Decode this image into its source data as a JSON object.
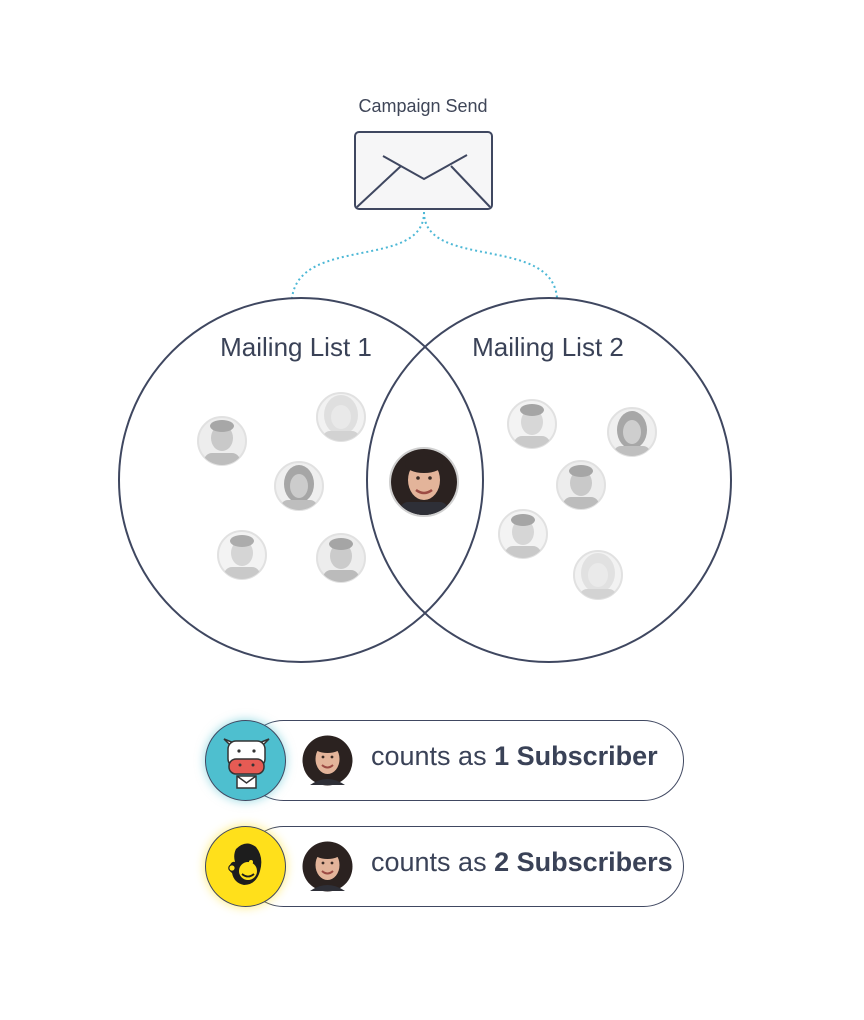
{
  "campaign": {
    "label": "Campaign Send",
    "icon": "envelope-icon"
  },
  "lists": [
    {
      "label": "Mailing List 1"
    },
    {
      "label": "Mailing List 2"
    }
  ],
  "colors": {
    "outline": "#3f4760",
    "connector": "#4db8d6",
    "convertkit_bg": "#4ebfcf",
    "mailchimp_bg": "#ffe01b",
    "faded_subscriber": "#c9c9c9"
  },
  "comparisons": [
    {
      "brand_icon": "cow-mascot-icon",
      "prefix": "counts as",
      "value": "1 Subscriber"
    },
    {
      "brand_icon": "chimp-mascot-icon",
      "prefix": "counts as",
      "value": "2 Subscribers"
    }
  ]
}
